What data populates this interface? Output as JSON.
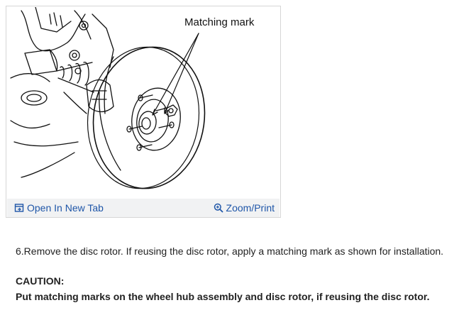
{
  "figure": {
    "callout_label": "Matching mark",
    "open_link_label": "Open In New Tab",
    "open_link_icon": "open-new-tab-icon",
    "zoom_link_label": "Zoom/Print",
    "zoom_link_icon": "zoom-icon",
    "link_color": "#1f56a8"
  },
  "content": {
    "step": "6.Remove the disc rotor. If reusing the disc rotor, apply a matching mark as shown for installation.",
    "caution_title": "CAUTION:",
    "caution_body": "Put matching marks on the wheel hub assembly and disc rotor, if reusing the disc rotor."
  }
}
